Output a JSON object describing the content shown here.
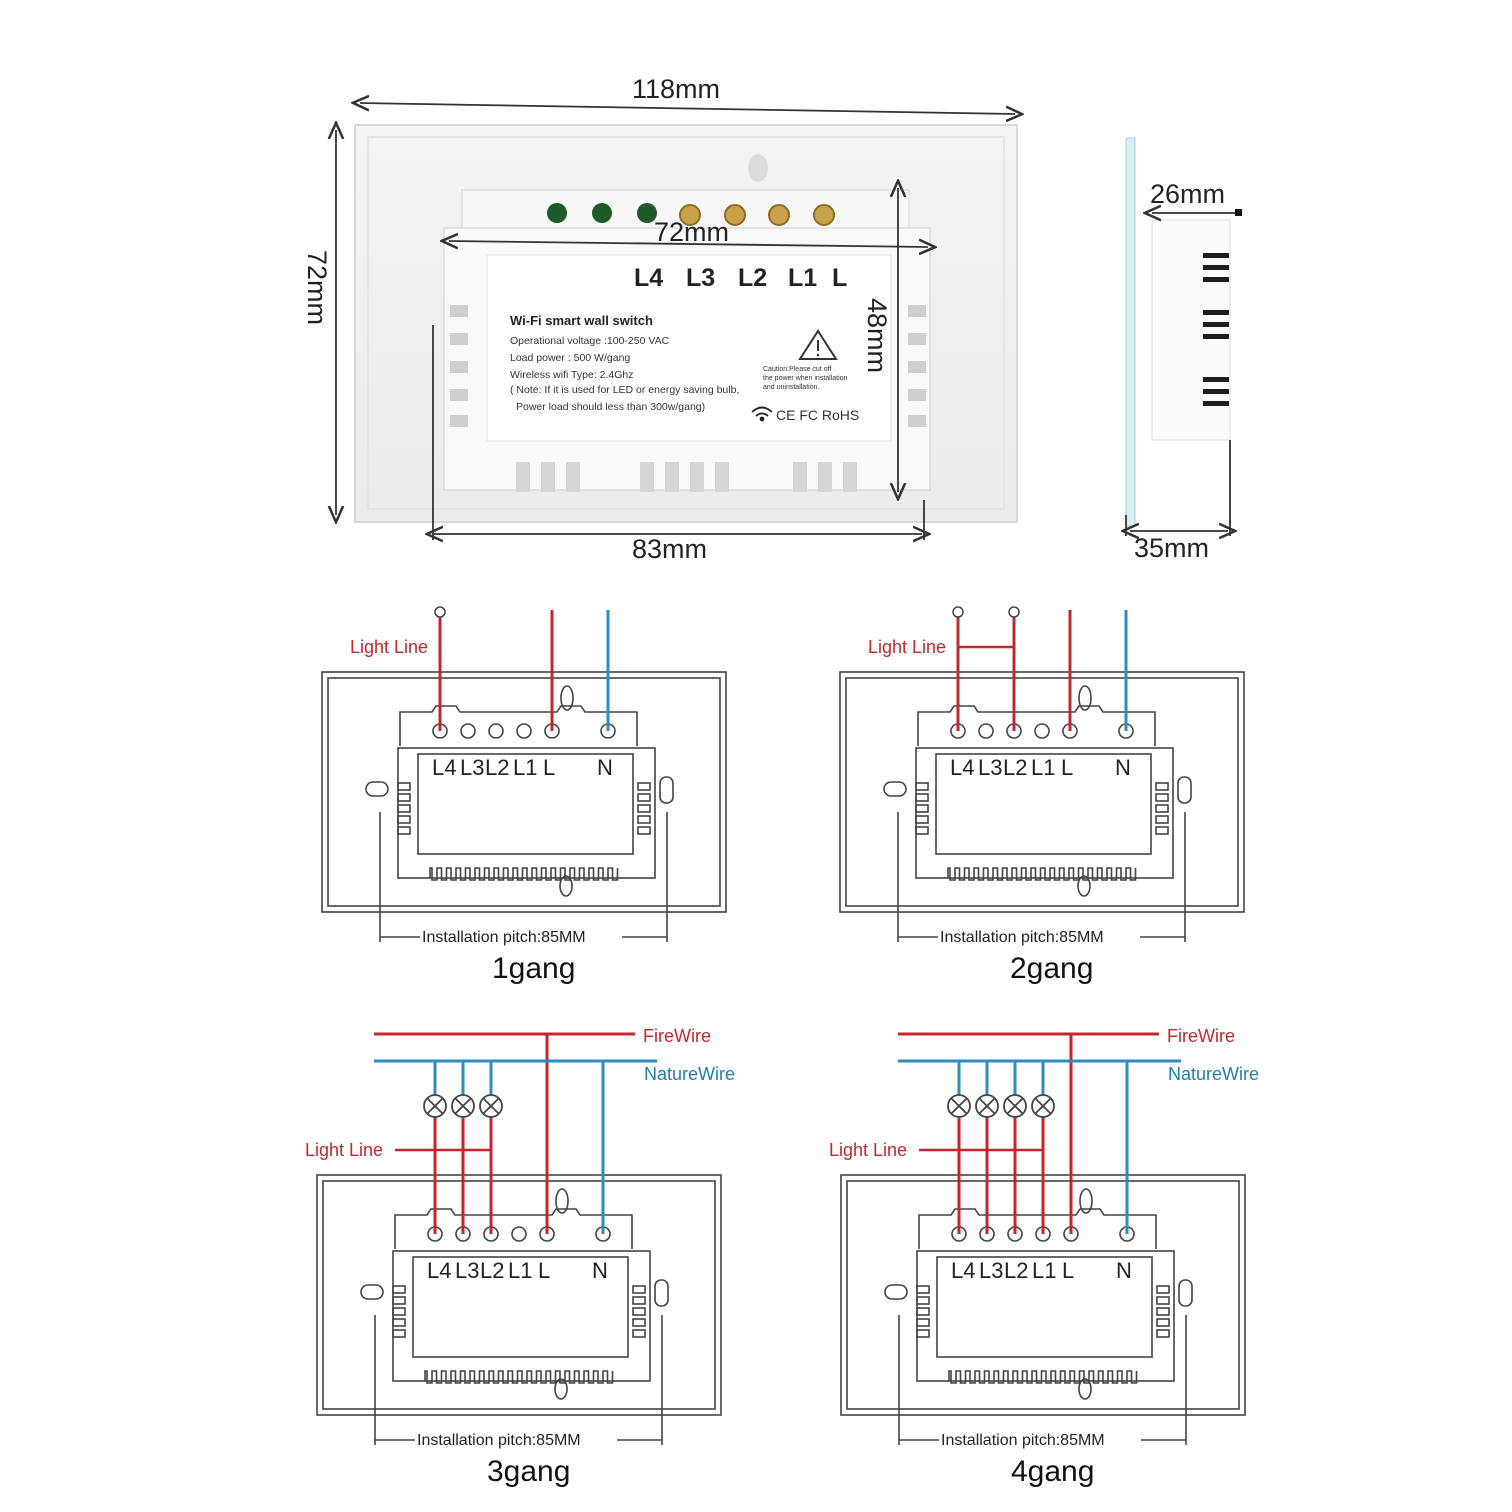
{
  "dimensions": {
    "width_total": "118mm",
    "height_total": "72mm",
    "box_width": "72mm",
    "box_height": "48mm",
    "base_width": "83mm",
    "side_top": "26mm",
    "side_depth": "35mm"
  },
  "product_label": {
    "terminals": [
      "L4",
      "L3",
      "L2",
      "L1",
      "L"
    ],
    "title": "Wi-Fi smart wall switch",
    "lines": [
      "Operational voltage :100-250  VAC",
      "Load power :  500 W/gang",
      "Wireless wifi Type: 2.4Ghz",
      "( Note: If it is used for LED or energy saving bulb,",
      "Power load should less than 300w/gang)"
    ],
    "caution": [
      "Caution:Please cut off",
      "the power when installation",
      "and uninstallation."
    ],
    "certs": "CE FC RoHS"
  },
  "wiring": {
    "terminals": [
      "L4",
      "L3",
      "L2",
      "L1",
      "L",
      "N"
    ],
    "light_line": "Light Line",
    "fire_wire": "FireWire",
    "nature_wire": "NatureWire",
    "pitch": "Installation pitch:85MM",
    "gangs": [
      "1gang",
      "2gang",
      "3gang",
      "4gang"
    ]
  },
  "colors": {
    "fire": "#c0282d",
    "nature": "#2e8cbf"
  }
}
